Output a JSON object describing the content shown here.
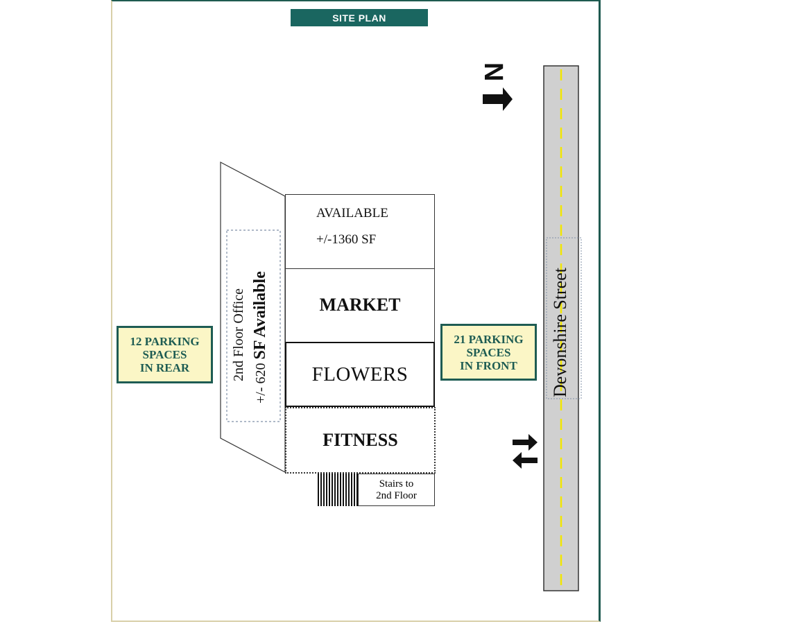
{
  "title": "SITE PLAN",
  "colors": {
    "accent": "#1a6660",
    "parking_fill": "#fbf6c6",
    "street_fill": "#d0d0d0",
    "center_line": "#f2e600"
  },
  "icons": {
    "north": "north-arrow-icon",
    "traffic": "two-way-traffic-icon"
  },
  "compass": {
    "letter": "N"
  },
  "parking": {
    "rear": [
      "12 PARKING",
      "SPACES",
      "IN REAR"
    ],
    "front": [
      "21 PARKING",
      "SPACES",
      "IN FRONT"
    ]
  },
  "units": {
    "available_line1": "AVAILABLE",
    "available_line2": "+/-1360 SF",
    "market": "MARKET",
    "flowers": "FLOWERS",
    "fitness": "FITNESS"
  },
  "office": {
    "line1": "2nd Floor Office",
    "line2_prefix": "+/- 620 ",
    "line2_bold": "SF Available"
  },
  "stairs": [
    "Stairs to",
    "2nd Floor"
  ],
  "street": {
    "name": "Devonshire Street"
  }
}
